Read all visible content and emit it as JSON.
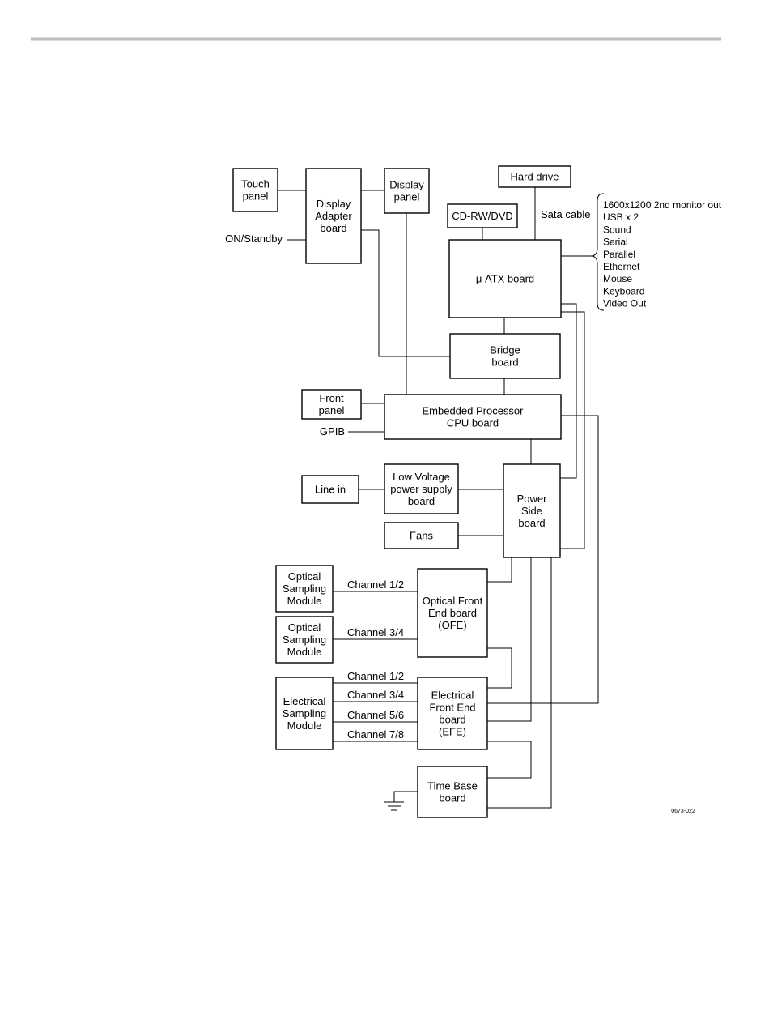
{
  "figure_id": "0673-022",
  "blocks": {
    "touch_panel": [
      "Touch",
      "panel"
    ],
    "display_adapter": [
      "Display",
      "Adapter",
      "board"
    ],
    "display_panel": [
      "Display",
      "panel"
    ],
    "hard_drive": [
      "Hard drive"
    ],
    "cd_rw_dvd": [
      "CD-RW/DVD"
    ],
    "atx_board": [
      "μ ATX board"
    ],
    "bridge_board": [
      "Bridge",
      "board"
    ],
    "front_panel": [
      "Front",
      "panel"
    ],
    "embedded_processor": [
      "Embedded Processor",
      "CPU board"
    ],
    "line_in": [
      "Line in"
    ],
    "low_voltage_ps": [
      "Low Voltage",
      "power supply",
      "board"
    ],
    "fans": [
      "Fans"
    ],
    "power_side": [
      "Power",
      "Side",
      "board"
    ],
    "optical_module_1": [
      "Optical",
      "Sampling",
      "Module"
    ],
    "optical_module_2": [
      "Optical",
      "Sampling",
      "Module"
    ],
    "ofe_board": [
      "Optical Front",
      "End board",
      "(OFE)"
    ],
    "electrical_module": [
      "Electrical",
      "Sampling",
      "Module"
    ],
    "efe_board": [
      "Electrical",
      "Front End",
      "board",
      "(EFE)"
    ],
    "time_base": [
      "Time Base",
      "board"
    ]
  },
  "labels": {
    "on_standby": "ON/Standby",
    "sata_cable": "Sata cable",
    "gpib": "GPIB",
    "optical_ch1": "Channel 1/2",
    "optical_ch2": "Channel 3/4",
    "efe_ch12": "Channel 1/2",
    "efe_ch34": "Channel 3/4",
    "efe_ch56": "Channel 5/6",
    "efe_ch78": "Channel 7/8"
  },
  "io_ports": [
    "1600x1200 2nd monitor out",
    "USB x 2",
    "Sound",
    "Serial",
    "Parallel",
    "Ethernet",
    "Mouse",
    "Keyboard",
    "Video Out"
  ]
}
